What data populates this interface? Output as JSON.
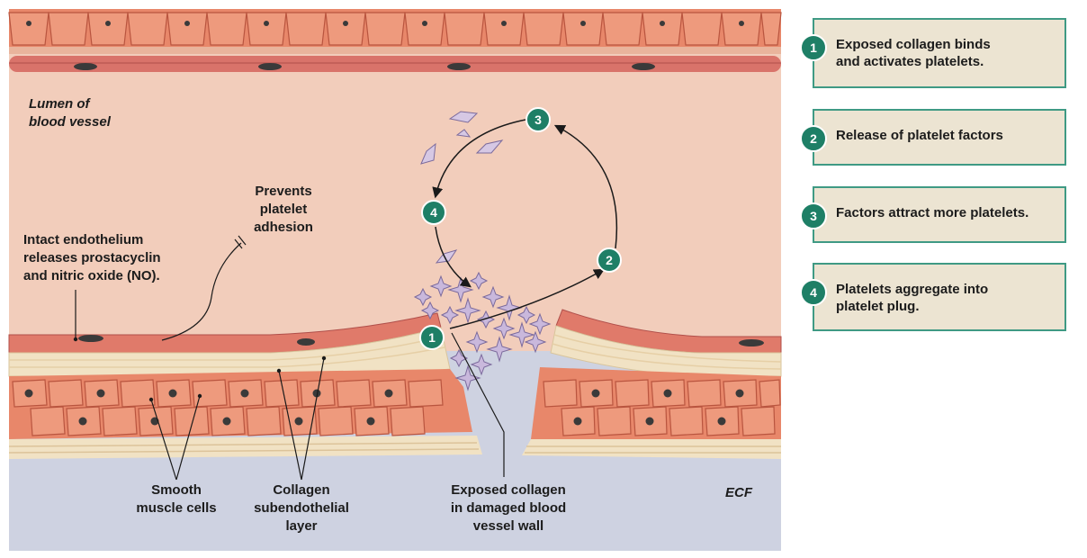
{
  "labels": {
    "lumen": [
      "Lumen of",
      "blood vessel"
    ],
    "prevents": [
      "Prevents",
      "platelet",
      "adhesion"
    ],
    "endothelium": [
      "Intact endothelium",
      "releases prostacyclin",
      "and nitric oxide (NO)."
    ],
    "smooth_muscle": [
      "Smooth",
      "muscle cells"
    ],
    "collagen_layer": [
      "Collagen",
      "subendothelial",
      "layer"
    ],
    "exposed_collagen": [
      "Exposed collagen",
      "in damaged blood",
      "vessel wall"
    ],
    "ecf": "ECF"
  },
  "steps": [
    {
      "num": "1",
      "lines": [
        "Exposed collagen binds",
        "and activates platelets."
      ]
    },
    {
      "num": "2",
      "lines": [
        "Release of platelet factors"
      ]
    },
    {
      "num": "3",
      "lines": [
        "Factors attract more platelets."
      ]
    },
    {
      "num": "4",
      "lines": [
        "Platelets aggregate into",
        "platelet plug."
      ]
    }
  ],
  "colors": {
    "lumen": "#f2cdbb",
    "endothelium": "#e07a6a",
    "smooth_muscle": "#e8876a",
    "collagen": "#f1e2c4",
    "ecf": "#ced2e1",
    "badge": "#1e7f66",
    "legend_bg": "#ece4d2",
    "legend_border": "#3f9a84"
  }
}
